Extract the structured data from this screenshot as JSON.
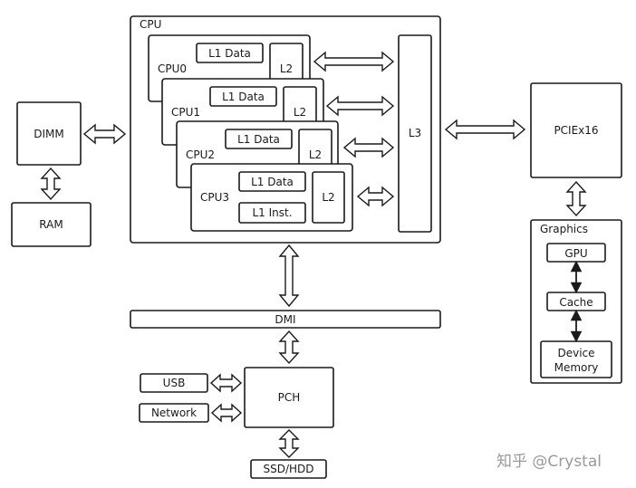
{
  "cpu": {
    "label": "CPU",
    "cores": [
      {
        "name": "CPU0",
        "l1_data": "L1 Data",
        "l2": "L2"
      },
      {
        "name": "CPU1",
        "l1_data": "L1 Data",
        "l2": "L2"
      },
      {
        "name": "CPU2",
        "l1_data": "L1 Data",
        "l2": "L2"
      },
      {
        "name": "CPU3",
        "l1_data": "L1 Data",
        "l1_inst": "L1 Inst.",
        "l2": "L2"
      }
    ],
    "l3": "L3"
  },
  "memory": {
    "dimm": "DIMM",
    "ram": "RAM"
  },
  "dmi": "DMI",
  "pch": {
    "label": "PCH",
    "usb": "USB",
    "network": "Network",
    "storage": "SSD/HDD"
  },
  "pcie": "PCIEx16",
  "graphics": {
    "label": "Graphics",
    "gpu": "GPU",
    "cache": "Cache",
    "device_memory_line1": "Device",
    "device_memory_line2": "Memory"
  },
  "watermark": "知乎 @Crystal"
}
